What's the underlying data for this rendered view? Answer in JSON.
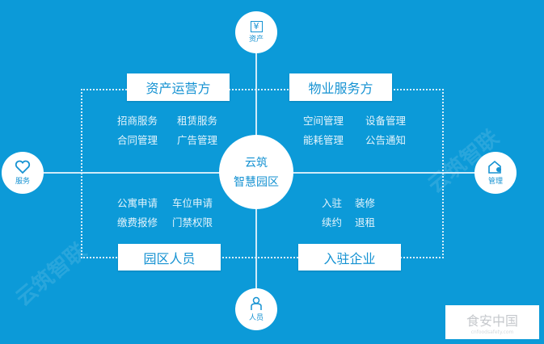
{
  "center": {
    "line1": "云筑",
    "line2": "智慧园区"
  },
  "nodes": {
    "top": "资产",
    "bottom": "人员",
    "left": "服务",
    "right": "管理"
  },
  "boxes": {
    "asset_operator": "资产运营方",
    "property_service": "物业服务方",
    "park_staff": "园区人员",
    "tenant": "入驻企业"
  },
  "asset_items": [
    "招商服务",
    "租赁服务",
    "合同管理",
    "广告管理"
  ],
  "property_items": [
    "空间管理",
    "设备管理",
    "能耗管理",
    "公告通知"
  ],
  "staff_items": [
    "公寓申请",
    "车位申请",
    "缴费报修",
    "门禁权限"
  ],
  "tenant_items": [
    "入驻",
    "装修",
    "续约",
    "退租"
  ],
  "watermark": "云筑智联",
  "logo": {
    "text": "食安中国",
    "sub": "cnfoodsafety.com"
  },
  "colors": {
    "background": "#0c9ad8",
    "accent": "#1592d2"
  }
}
